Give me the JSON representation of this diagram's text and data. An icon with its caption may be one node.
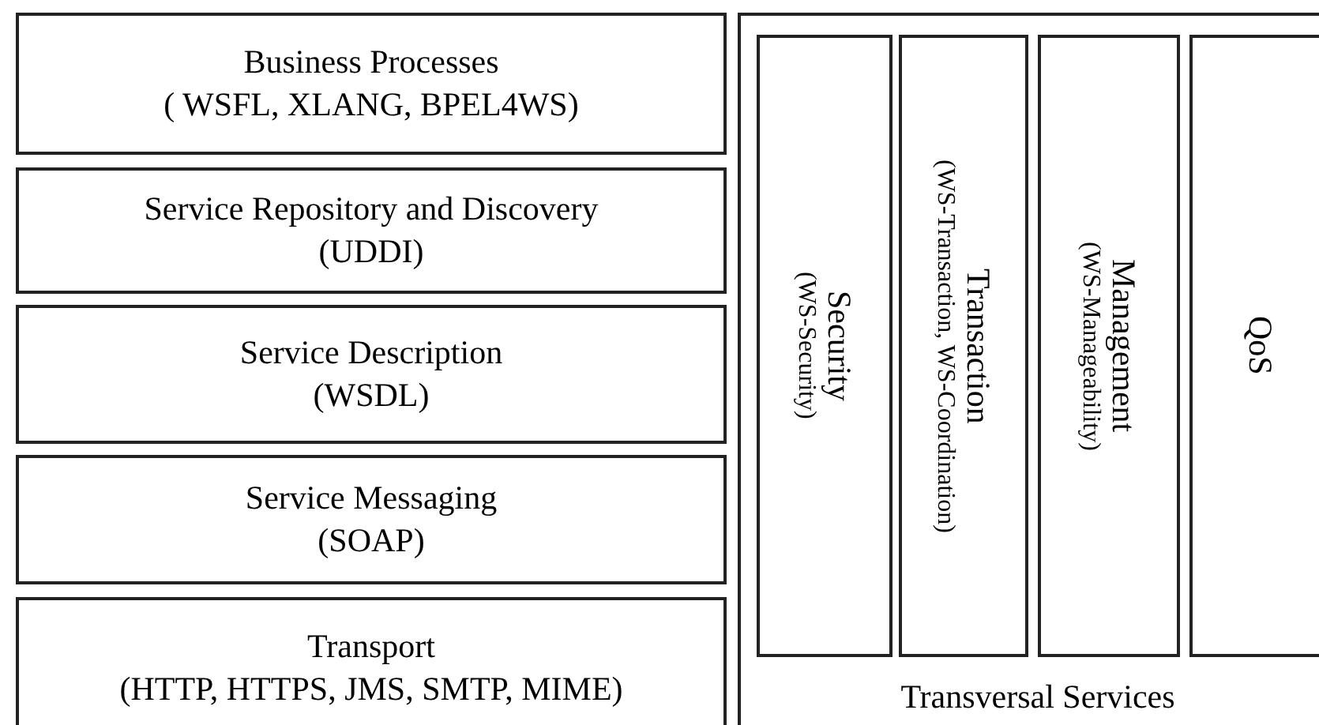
{
  "diagram": {
    "nodes": [
      {
        "text": [
          "Business Processes",
          "( WSFL, XLANG, BPEL4WS)"
        ]
      },
      {
        "text": [
          "Service Repository and Discovery",
          "(UDDI)"
        ]
      },
      {
        "text": [
          "Service Description",
          "(WSDL)"
        ]
      },
      {
        "text": [
          "Service Messaging",
          "(SOAP)"
        ]
      },
      {
        "text": [
          "Transport",
          "(HTTP, HTTPS, JMS, SMTP, MIME)"
        ]
      },
      {
        "text": [
          "Transversal Services"
        ]
      },
      {
        "text": [
          "Security",
          "(WS-Security)"
        ],
        "in": 5
      },
      {
        "text": [
          "Transaction",
          "(WS-Transaction, WS-Coordination)"
        ],
        "in": 5
      },
      {
        "text": [
          "Management",
          "(WS-Manageability)"
        ],
        "in": 5
      },
      {
        "text": [
          "QoS"
        ],
        "in": 5
      }
    ]
  }
}
